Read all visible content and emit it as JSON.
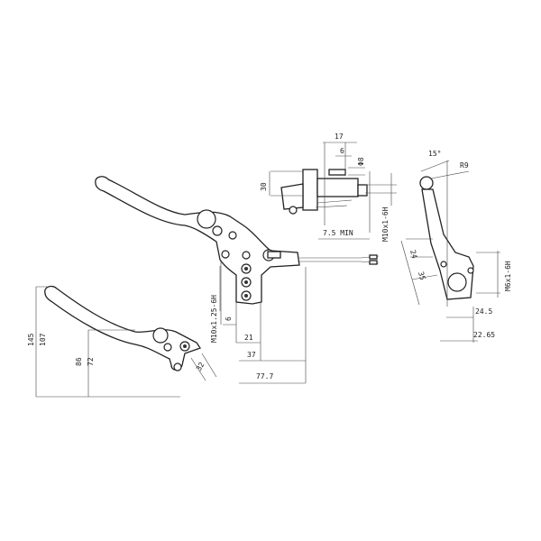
{
  "drawing": {
    "master_cylinder_side": {
      "dims": [
        "17",
        "6",
        "Φ8",
        "30",
        "M10x1-6H",
        "7.5 MIN"
      ]
    },
    "master_cylinder_end": {
      "dims": [
        "15°",
        "R9",
        "24",
        "35",
        "M6x1-6H",
        "24.5",
        "22.65"
      ]
    },
    "lever_top": {
      "dims": [
        "M10x1.25-6H",
        "6",
        "21",
        "37",
        "77.7"
      ]
    },
    "lever_bottom": {
      "dims": [
        "145",
        "107",
        "86",
        "72",
        "32"
      ]
    }
  }
}
